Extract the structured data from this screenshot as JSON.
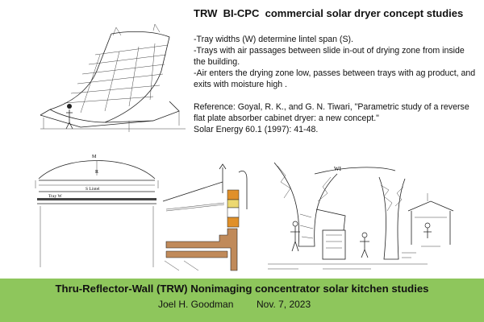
{
  "header": {
    "title": "TRW  BI-CPC  commercial solar dryer concept studies"
  },
  "bullets": [
    "-Tray widths (W) determine lintel span (S).",
    "-Trays with air passages between slide in-out of drying zone from inside the building.",
    "-Air enters the drying zone low, passes  between trays with ag product, and exits  with moisture high ."
  ],
  "reference": {
    "line1": "Reference:  Goyal, R. K., and G. N. Tiwari, \"Parametric study of a reverse flat plate absorber cabinet dryer: a new concept.\"",
    "line2": "Solar Energy 60.1 (1997): 41-48."
  },
  "lintel_diagram": {
    "label_m": "M",
    "label_r": "R",
    "label_s": "S Lintel",
    "label_w": "Tray W"
  },
  "sketch_labels": {
    "wi": "WI"
  },
  "footer": {
    "title": "Thru-Reflector-Wall (TRW) Nonimaging concentrator solar kitchen studies",
    "author": "Joel H. Goodman",
    "date": "Nov. 7, 2023"
  },
  "colors": {
    "footer_bg": "#8ec65c",
    "wood": "#c08a5a",
    "orange": "#e0902a",
    "yellow": "#ecd870"
  }
}
